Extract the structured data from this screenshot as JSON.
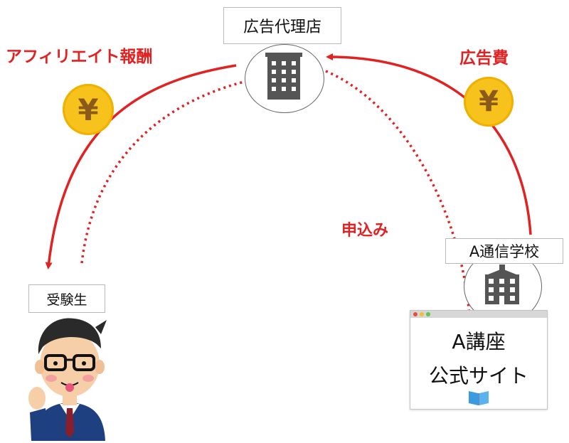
{
  "agency": {
    "label": "広告代理店"
  },
  "school": {
    "label": "A通信学校"
  },
  "student": {
    "label": "受験生"
  },
  "site": {
    "line1": "A講座",
    "line2": "公式サイト"
  },
  "flows": {
    "affiliate_reward": "アフィリエイト報酬",
    "ad_fee": "広告費",
    "application": "申込み"
  },
  "coins": {
    "symbol": "¥"
  },
  "colors": {
    "arrow": "#e02222",
    "coin": "#f7c21b",
    "building": "#555555"
  }
}
